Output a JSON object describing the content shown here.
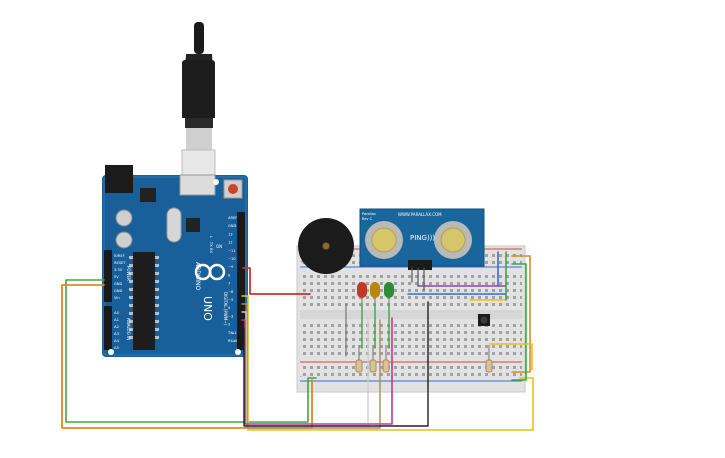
{
  "arduino": {
    "brand": "ARDUINO",
    "model": "UNO",
    "power_header_pins": [
      "IOREF",
      "RESET",
      "3.3V",
      "5V",
      "GND",
      "GND",
      "Vin"
    ],
    "power_header_title": "POWER",
    "analog_pins": [
      "A0",
      "A1",
      "A2",
      "A3",
      "A4",
      "A5"
    ],
    "analog_header_title": "ANALOG IN",
    "digital_pins": [
      "AREF",
      "GND",
      "13",
      "12",
      "~11",
      "~10",
      "~9",
      "8",
      "7",
      "~6",
      "~5",
      "4",
      "~3",
      "2",
      "TX▸1",
      "RX◂0"
    ],
    "digital_header_title": "DIGITAL (PWM~)",
    "led_labels": [
      "L",
      "TX",
      "RX"
    ],
    "on_label": "ON"
  },
  "sensor": {
    "url": "WWW.PARALLAX.COM",
    "name": "PING)))",
    "rev": "Rev C",
    "brand": "Parallax"
  },
  "breadboard": {
    "rail_marks": [
      "+",
      "-"
    ]
  },
  "components": {
    "leds": [
      {
        "color": "#c0392b",
        "name": "red"
      },
      {
        "color": "#b8860b",
        "name": "yellow"
      },
      {
        "color": "#2e8b3a",
        "name": "green"
      }
    ]
  }
}
